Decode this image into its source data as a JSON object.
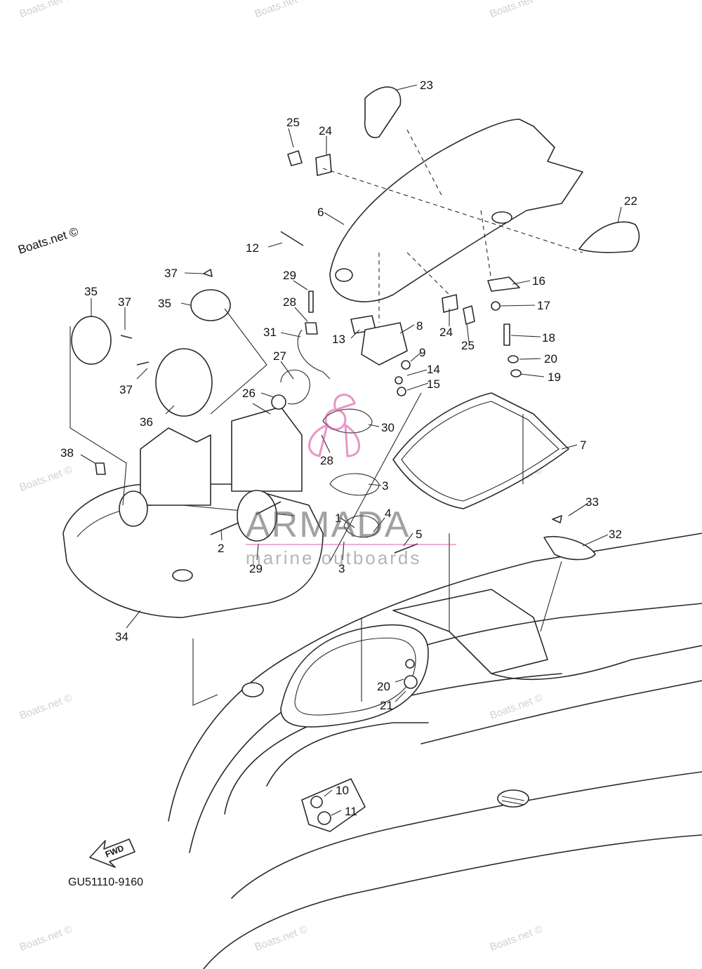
{
  "diagram_code": "GU51110-9160",
  "fwd_label": "FWD",
  "brand": {
    "name": "ARMADA",
    "tagline": "marine outboards",
    "color": "#d6409a"
  },
  "watermark": "Boats.net ©",
  "callouts": [
    {
      "id": "23",
      "text": "23"
    },
    {
      "id": "25a",
      "text": "25"
    },
    {
      "id": "24a",
      "text": "24"
    },
    {
      "id": "6",
      "text": "6"
    },
    {
      "id": "22",
      "text": "22"
    },
    {
      "id": "12",
      "text": "12"
    },
    {
      "id": "37a",
      "text": "37"
    },
    {
      "id": "35a",
      "text": "35"
    },
    {
      "id": "35b",
      "text": "35"
    },
    {
      "id": "37b",
      "text": "37"
    },
    {
      "id": "29a",
      "text": "29"
    },
    {
      "id": "28a",
      "text": "28"
    },
    {
      "id": "16",
      "text": "16"
    },
    {
      "id": "17",
      "text": "17"
    },
    {
      "id": "8",
      "text": "8"
    },
    {
      "id": "13",
      "text": "13"
    },
    {
      "id": "24b",
      "text": "24"
    },
    {
      "id": "25b",
      "text": "25"
    },
    {
      "id": "31",
      "text": "31"
    },
    {
      "id": "18",
      "text": "18"
    },
    {
      "id": "9",
      "text": "9"
    },
    {
      "id": "20a",
      "text": "20"
    },
    {
      "id": "14",
      "text": "14"
    },
    {
      "id": "19",
      "text": "19"
    },
    {
      "id": "15",
      "text": "15"
    },
    {
      "id": "27",
      "text": "27"
    },
    {
      "id": "37c",
      "text": "37"
    },
    {
      "id": "26",
      "text": "26"
    },
    {
      "id": "36",
      "text": "36"
    },
    {
      "id": "30",
      "text": "30"
    },
    {
      "id": "7",
      "text": "7"
    },
    {
      "id": "38",
      "text": "38"
    },
    {
      "id": "28b",
      "text": "28"
    },
    {
      "id": "3a",
      "text": "3"
    },
    {
      "id": "1",
      "text": "1"
    },
    {
      "id": "4",
      "text": "4"
    },
    {
      "id": "33",
      "text": "33"
    },
    {
      "id": "5",
      "text": "5"
    },
    {
      "id": "32",
      "text": "32"
    },
    {
      "id": "2",
      "text": "2"
    },
    {
      "id": "29b",
      "text": "29"
    },
    {
      "id": "3b",
      "text": "3"
    },
    {
      "id": "34",
      "text": "34"
    },
    {
      "id": "20b",
      "text": "20"
    },
    {
      "id": "21",
      "text": "21"
    },
    {
      "id": "10",
      "text": "10"
    },
    {
      "id": "11",
      "text": "11"
    }
  ]
}
